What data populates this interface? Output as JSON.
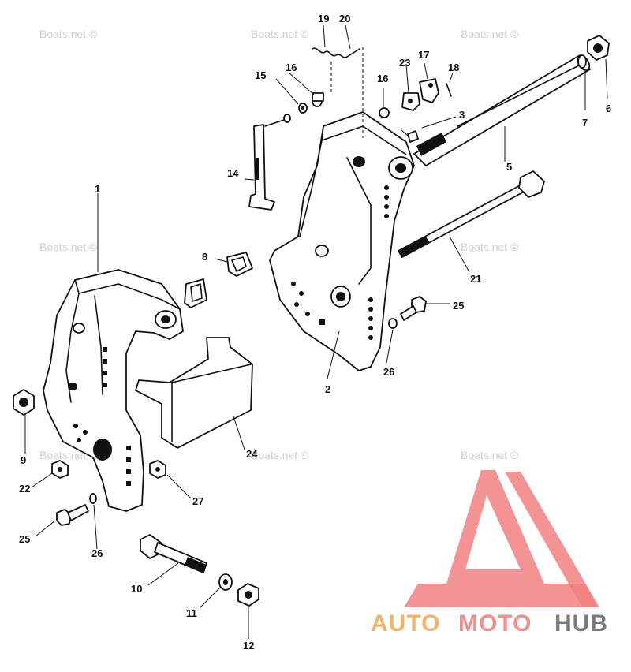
{
  "callouts": [
    "1",
    "2",
    "3",
    "5",
    "6",
    "7",
    "8",
    "9",
    "10",
    "11",
    "12",
    "14",
    "15",
    "16",
    "16",
    "17",
    "18",
    "19",
    "20",
    "21",
    "22",
    "23",
    "24",
    "25",
    "25",
    "26",
    "26",
    "27"
  ],
  "watermark": "Boats.net ©",
  "brand": {
    "part1": "AUTO",
    "part2": "MOTO",
    "part3": "HUB",
    "colors": {
      "auto": "#f2b36a",
      "moto": "#ef8f8f",
      "hub": "#7a7a7a",
      "logo": "#f18080"
    }
  }
}
